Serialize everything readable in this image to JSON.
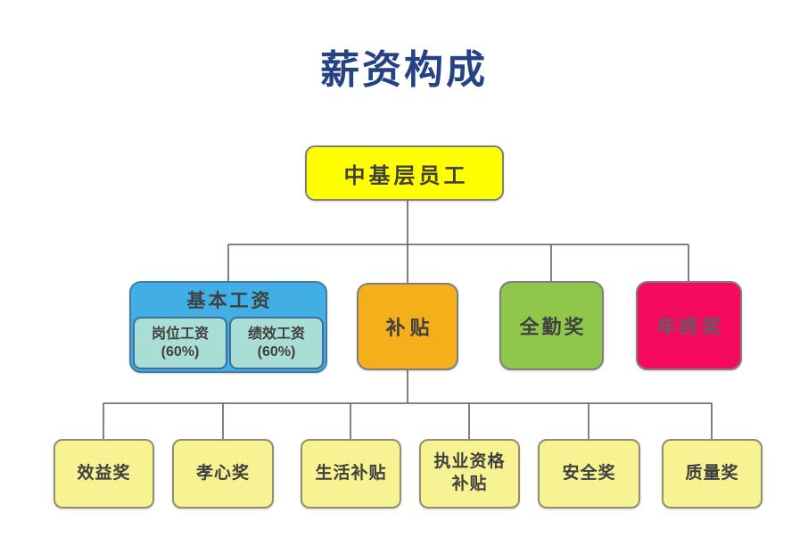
{
  "title": "薪资构成",
  "colors": {
    "background": "#ffffff",
    "title_text": "#254285",
    "connector": "#595959",
    "node_border_gray": "#7f7f7f",
    "node_text": "#404040",
    "root_fill": "#ffff00",
    "basic_fill": "#41afe4",
    "basic_sub_fill": "#a9ded6",
    "butie_fill": "#f5af1b",
    "quanqin_fill": "#8fc74a",
    "nianzhong_fill": "#f50a5f",
    "leaf_fill": "#f7f292"
  },
  "tree": {
    "root": {
      "label": "中基层员工",
      "color": "#ffff00"
    },
    "level2": [
      {
        "label": "基本工资",
        "color": "#41afe4",
        "children": [
          {
            "label": "岗位工资",
            "value": "(60%)",
            "color": "#a9ded6"
          },
          {
            "label": "绩效工资",
            "value": "(60%)",
            "color": "#a9ded6"
          }
        ]
      },
      {
        "label": "补贴",
        "color": "#f5af1b"
      },
      {
        "label": "全勤奖",
        "color": "#8fc74a"
      },
      {
        "label": "年终奖",
        "color": "#f50a5f"
      }
    ],
    "level3": [
      {
        "label": "效益奖",
        "color": "#f7f292"
      },
      {
        "label": "孝心奖",
        "color": "#f7f292"
      },
      {
        "label": "生活补贴",
        "color": "#f7f292"
      },
      {
        "label": "执业资格补贴",
        "color": "#f7f292"
      },
      {
        "label": "安全奖",
        "color": "#f7f292"
      },
      {
        "label": "质量奖",
        "color": "#f7f292"
      }
    ]
  }
}
